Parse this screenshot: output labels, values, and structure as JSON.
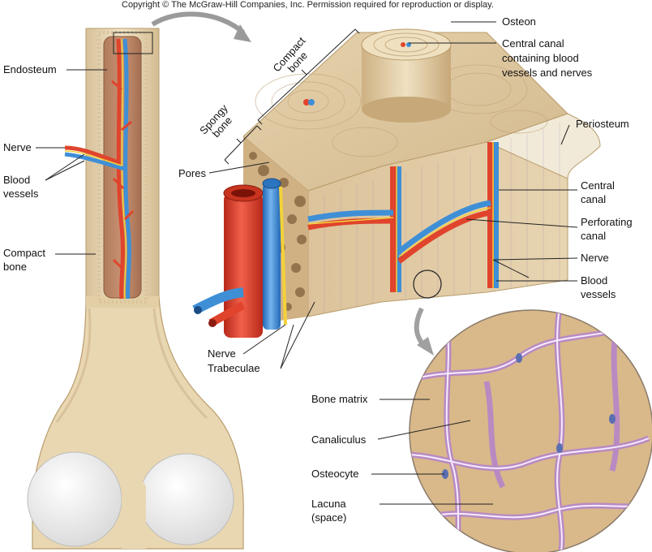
{
  "copyright": "Copyright © The McGraw-Hill Companies, Inc. Permission required for reproduction or display.",
  "labels": {
    "osteon": "Osteon",
    "central_canal_1": "Central canal",
    "central_canal_2": "containing blood",
    "central_canal_3": "vessels and nerves",
    "endosteum": "Endosteum",
    "compact_top_1": "Compact",
    "compact_top_2": "bone",
    "spongy_1": "Spongy",
    "spongy_2": "bone",
    "periosteum": "Periosteum",
    "nerve_left": "Nerve",
    "blood_left_1": "Blood",
    "blood_left_2": "vessels",
    "pores": "Pores",
    "central_canal_r1": "Central",
    "central_canal_r2": "canal",
    "perforating_1": "Perforating",
    "perforating_2": "canal",
    "nerve_right": "Nerve",
    "blood_right_1": "Blood",
    "blood_right_2": "vessels",
    "compact_left_1": "Compact",
    "compact_left_2": "bone",
    "nerve_bottom": "Nerve",
    "trabeculae": "Trabeculae",
    "bone_matrix": "Bone matrix",
    "canaliculus": "Canaliculus",
    "osteocyte": "Osteocyte",
    "lacuna_1": "Lacuna",
    "lacuna_2": "(space)"
  },
  "colors": {
    "bone": "#e8d7b4",
    "bone_shade": "#cdb48a",
    "artery": "#e0442c",
    "vein": "#3f8fd6",
    "nerve": "#f3d23a",
    "matrix": "#d9b98a",
    "canaliculi": "#b98ac2",
    "condyle": "#f4f4f4"
  }
}
